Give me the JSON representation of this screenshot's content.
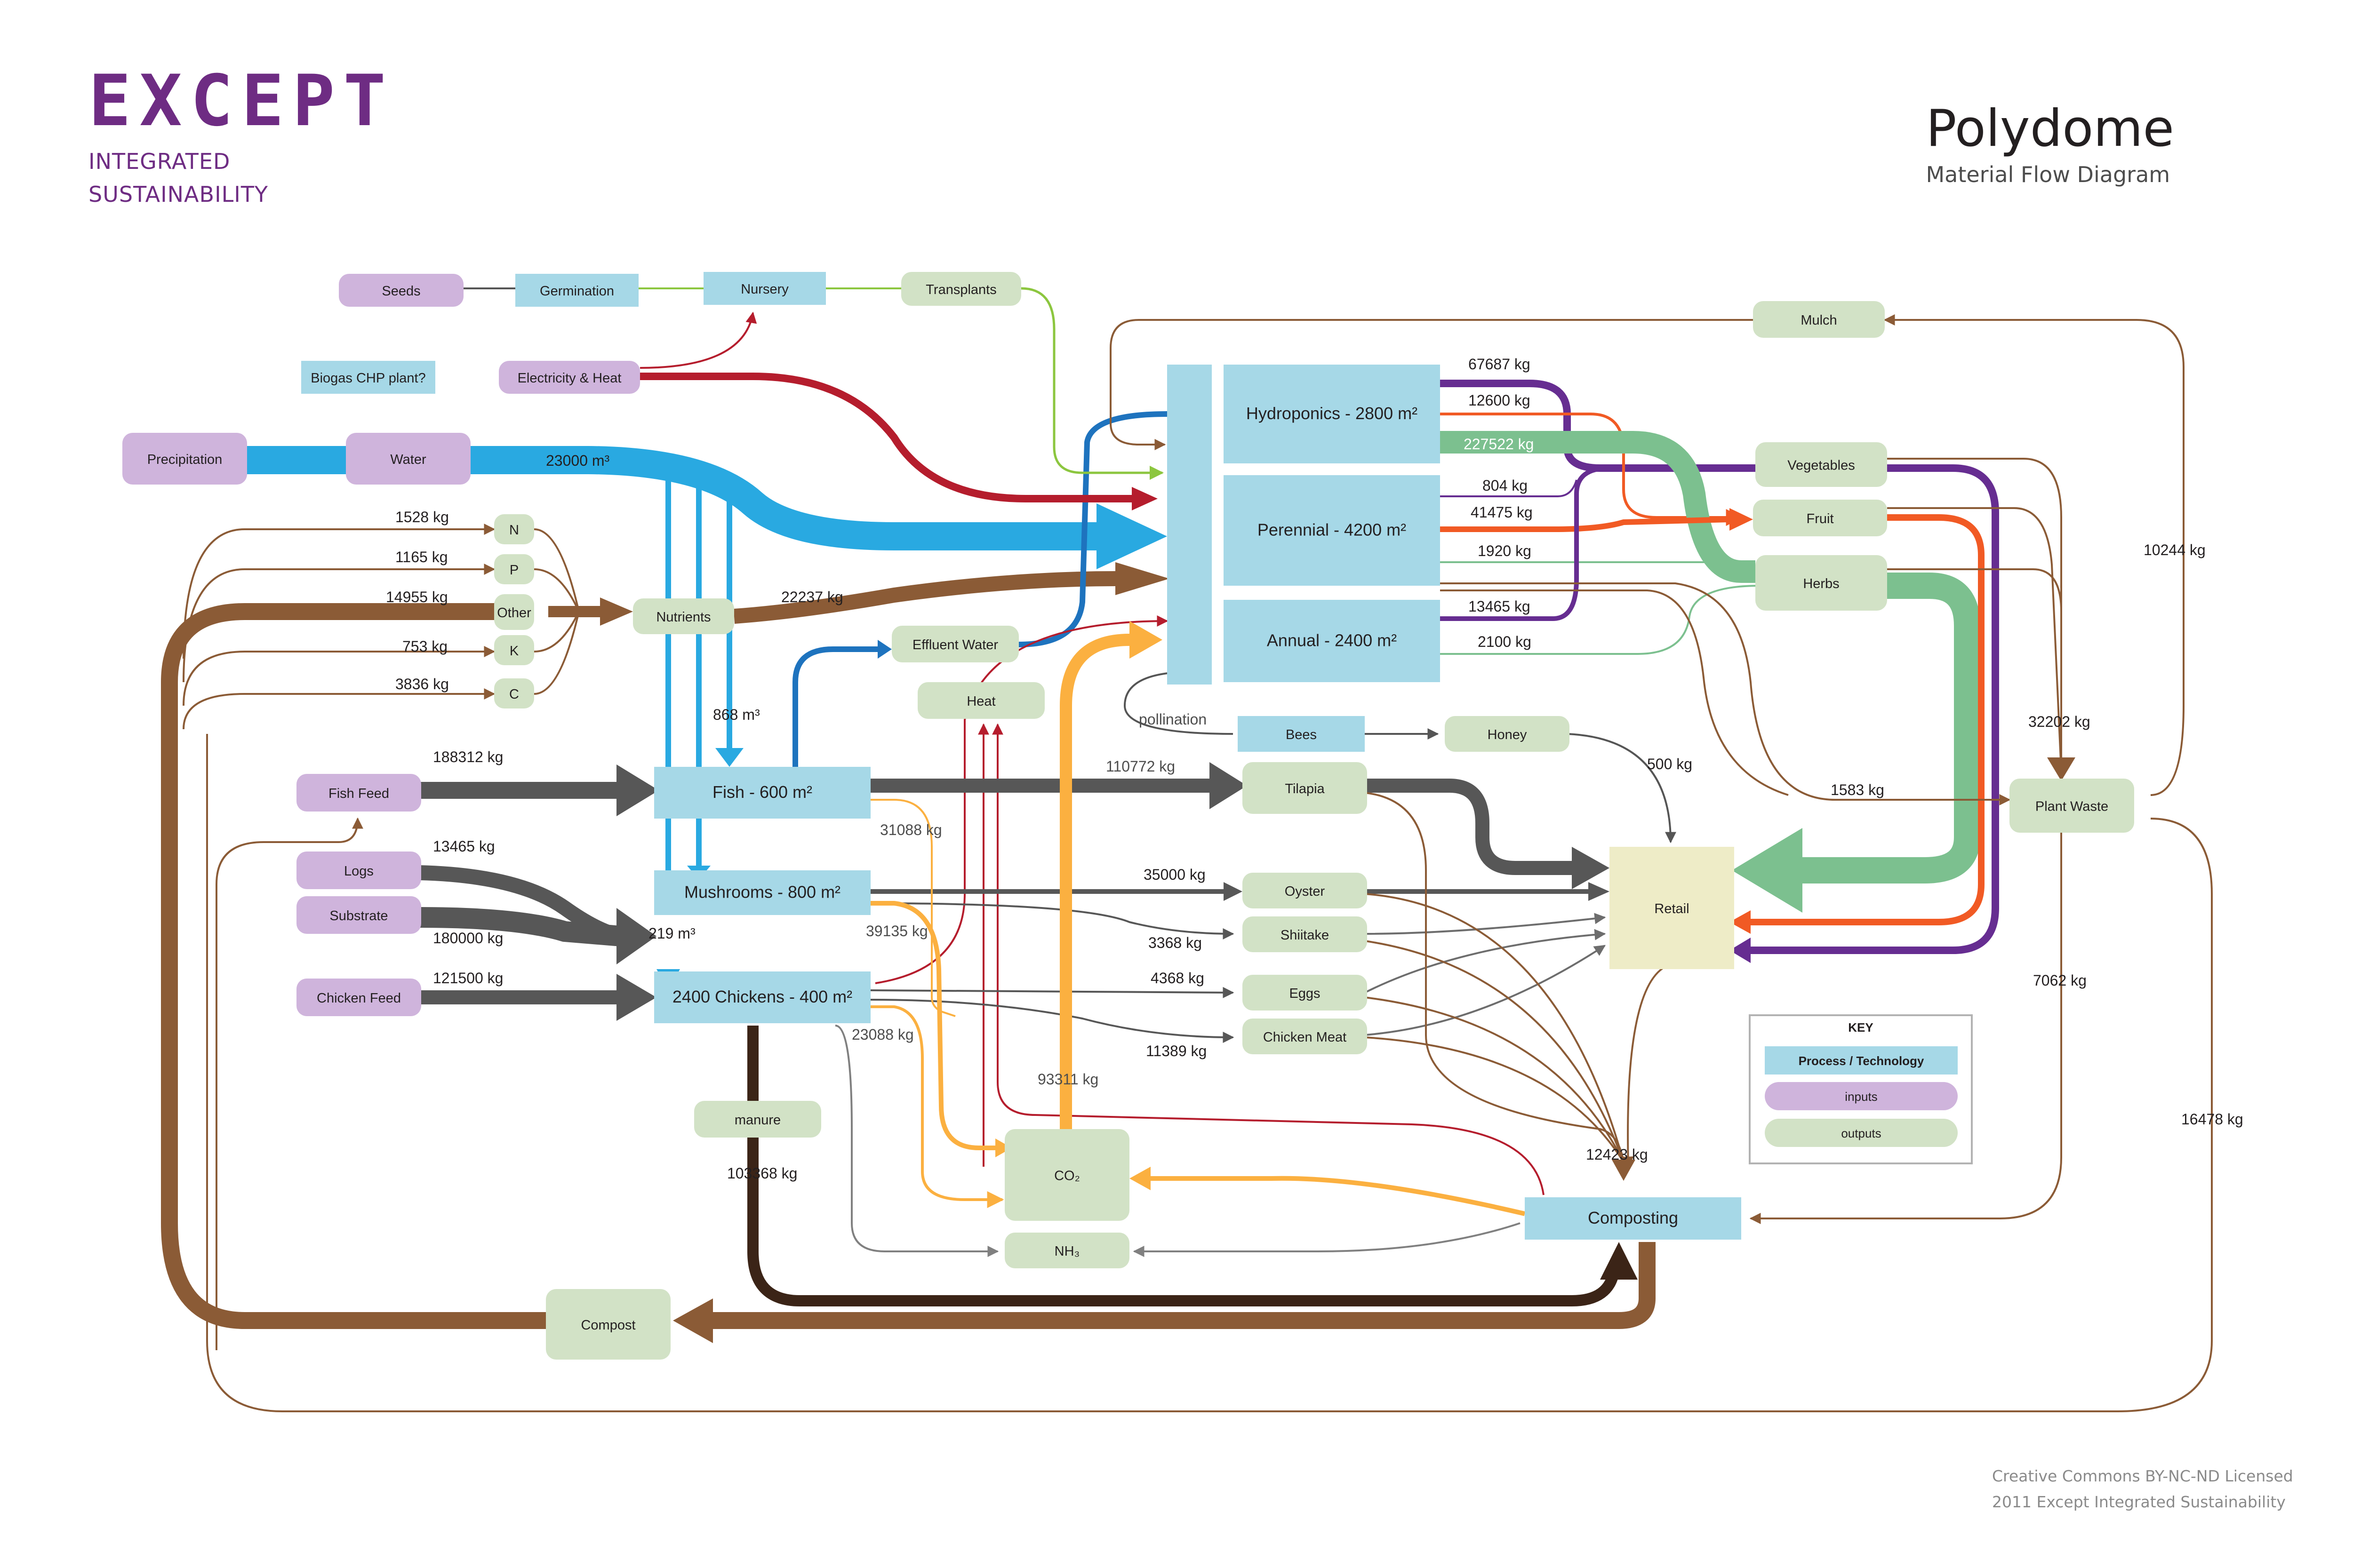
{
  "logo": {
    "word": "EXCEPT",
    "line1": "INTEGRATED",
    "line2": "SUSTAINABILITY"
  },
  "header": {
    "title": "Polydome",
    "subtitle": "Material Flow Diagram"
  },
  "footer": {
    "license": "Creative Commons BY-NC-ND Licensed",
    "credit": "2011 Except Integrated Sustainability"
  },
  "colors": {
    "process": "#a6d8e7",
    "input": "#cfb4dc",
    "output": "#d2e2c6",
    "retail": "#eeecc7",
    "water": "#29a9e1",
    "nutrient": "#8b5b36",
    "heat": "#b51d2d",
    "co2": "#fbb040",
    "fish": "#575757",
    "herbs": "#7cc08f",
    "fruit": "#f15a24",
    "vegetables": "#662d91",
    "transplant": "#8cc63f"
  },
  "nodes": {
    "seeds": "Seeds",
    "germination": "Germination",
    "nursery": "Nursery",
    "transplants": "Transplants",
    "mulch": "Mulch",
    "biogas": "Biogas CHP plant?",
    "elec_heat": "Electricity & Heat",
    "precipitation": "Precipitation",
    "water": "Water",
    "n": "N",
    "p": "P",
    "other": "Other",
    "k": "K",
    "c": "C",
    "nutrients": "Nutrients",
    "hydroponics": "Hydroponics - 2800 m²",
    "perennial": "Perennial - 4200 m²",
    "annual": "Annual - 2400 m²",
    "vegetables": "Vegetables",
    "fruit": "Fruit",
    "herbs": "Herbs",
    "effluent": "Effluent Water",
    "heat": "Heat",
    "bees": "Bees",
    "honey": "Honey",
    "fish_feed": "Fish Feed",
    "fish": "Fish - 600 m²",
    "tilapia": "Tilapia",
    "logs": "Logs",
    "substrate": "Substrate",
    "mushrooms": "Mushrooms - 800 m²",
    "oyster": "Oyster",
    "shiitake": "Shiitake",
    "retail": "Retail",
    "plant_waste": "Plant Waste",
    "chicken_feed": "Chicken Feed",
    "chickens": "2400 Chickens - 400 m²",
    "eggs": "Eggs",
    "chicken_meat": "Chicken Meat",
    "manure": "manure",
    "co2": "CO₂",
    "nh3": "NH₃",
    "composting": "Composting",
    "compost": "Compost"
  },
  "key": {
    "title": "KEY",
    "process": "Process / Technology",
    "inputs": "inputs",
    "outputs": "outputs"
  },
  "labels": {
    "water_flow": "23000 m³",
    "n": "1528 kg",
    "p": "1165 kg",
    "other": "14955 kg",
    "k": "753 kg",
    "c": "3836 kg",
    "nutrients_flow": "22237 kg",
    "hydro_out": "67687 kg",
    "hydro_fruit": "12600 kg",
    "hydro_herbs": "227522 kg",
    "per_veg": "804 kg",
    "per_fruit": "41475 kg",
    "per_herbs": "1920 kg",
    "ann_veg": "13465 kg",
    "ann_herbs": "2100 kg",
    "pollination": "pollination",
    "honey": "500 kg",
    "fish_water": "868 m³",
    "fish_feed": "188312 kg",
    "tilapia": "110772 kg",
    "fish_co2": "31088 kg",
    "mush_logs": "13465 kg",
    "mush_sub": "180000 kg",
    "oyster": "35000 kg",
    "shiitake": "3368 kg",
    "mush_co2": "39135 kg",
    "mush_water": "219 m³",
    "chicken_feed": "121500 kg",
    "eggs": "4368 kg",
    "meat": "11389 kg",
    "chick_co2": "23088 kg",
    "co2_total": "93311 kg",
    "manure": "103368 kg",
    "compost_in": "12423 kg",
    "mulch": "10244 kg",
    "plant_waste_in": "32202 kg",
    "retail_waste": "1583 kg",
    "pw_compost": "7062 kg",
    "pw_loop": "16478 kg"
  }
}
